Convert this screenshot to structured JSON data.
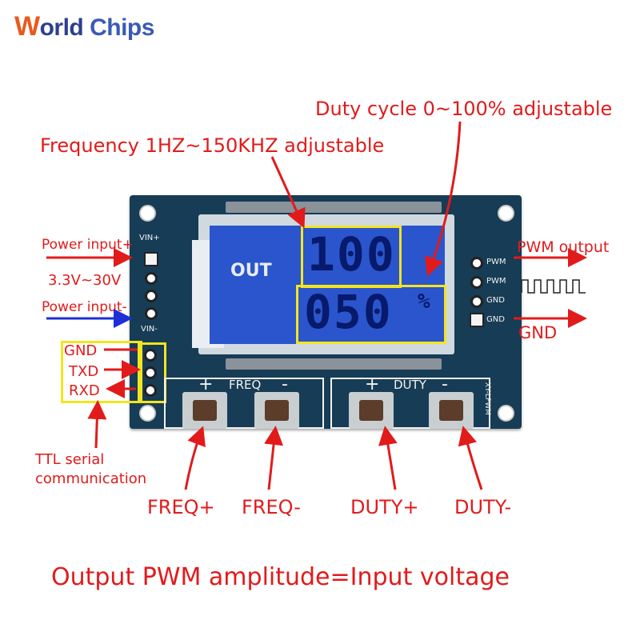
{
  "logo": {
    "part1": "W",
    "part2": "orld",
    "part3": " Chips"
  },
  "annotations": {
    "duty_cycle": "Duty cycle 0~100% adjustable",
    "frequency": "Frequency 1HZ~150KHZ adjustable",
    "power_plus": "Power input+",
    "voltage": "3.3V~30V",
    "power_minus": "Power input-",
    "pwm_output": "PWM output",
    "gnd_right": "GND",
    "serial_gnd": "GND",
    "serial_txd": "TXD",
    "serial_rxd": "RXD",
    "ttl_line1": "TTL serial",
    "ttl_line2": "communication",
    "freq_plus": "FREQ+",
    "freq_minus": "FREQ-",
    "duty_plus": "DUTY+",
    "duty_minus": "DUTY-",
    "footer": "Output PWM amplitude=Input voltage"
  },
  "board": {
    "lcd_label": "OUT",
    "freq_value": "100",
    "duty_value": "050",
    "percent": "%",
    "vin_plus": "VIN+",
    "vin_minus": "VIN-",
    "pin_pwm1": "PWM",
    "pin_pwm2": "PWM",
    "pin_gnd1": "GND",
    "pin_gnd2": "GND",
    "freq_plus_sign": "+",
    "freq_label": "FREQ",
    "freq_minus_sign": "-",
    "duty_plus_sign": "+",
    "duty_label": "DUTY",
    "duty_minus_sign": "-",
    "model": "XY-LPWM"
  },
  "colors": {
    "annotation": "#e11b1b",
    "pcb": "#173c55",
    "lcd": "#2a55cc",
    "highlight": "#f4e41e",
    "arrow_blue": "#1d2fd6"
  }
}
